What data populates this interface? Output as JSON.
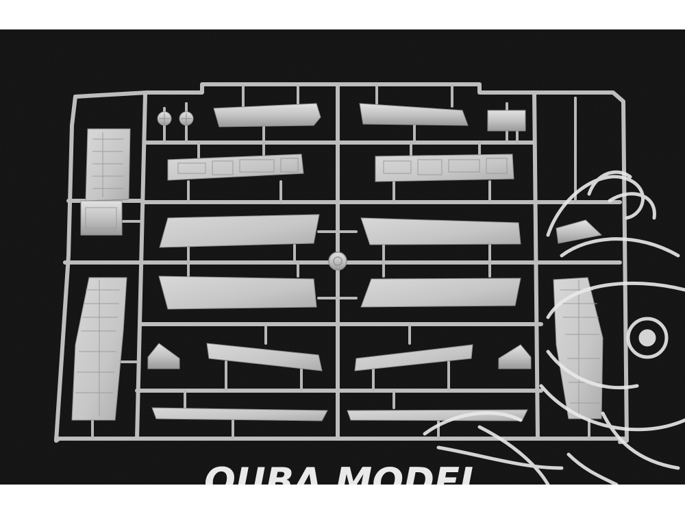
{
  "image": {
    "subject": "plastic-model-kit-sprue",
    "colors": {
      "background": "#0f0f0f",
      "plastic": "#c3c3c3",
      "plastic_shade": "#9a9a9a",
      "plastic_highlight": "#e2e2e2",
      "watermark": "#e9e9e9",
      "frame": "#ffffff"
    }
  },
  "watermark": {
    "text": "QUBA MODEL",
    "mascot": "cartoon-creature-logo"
  }
}
